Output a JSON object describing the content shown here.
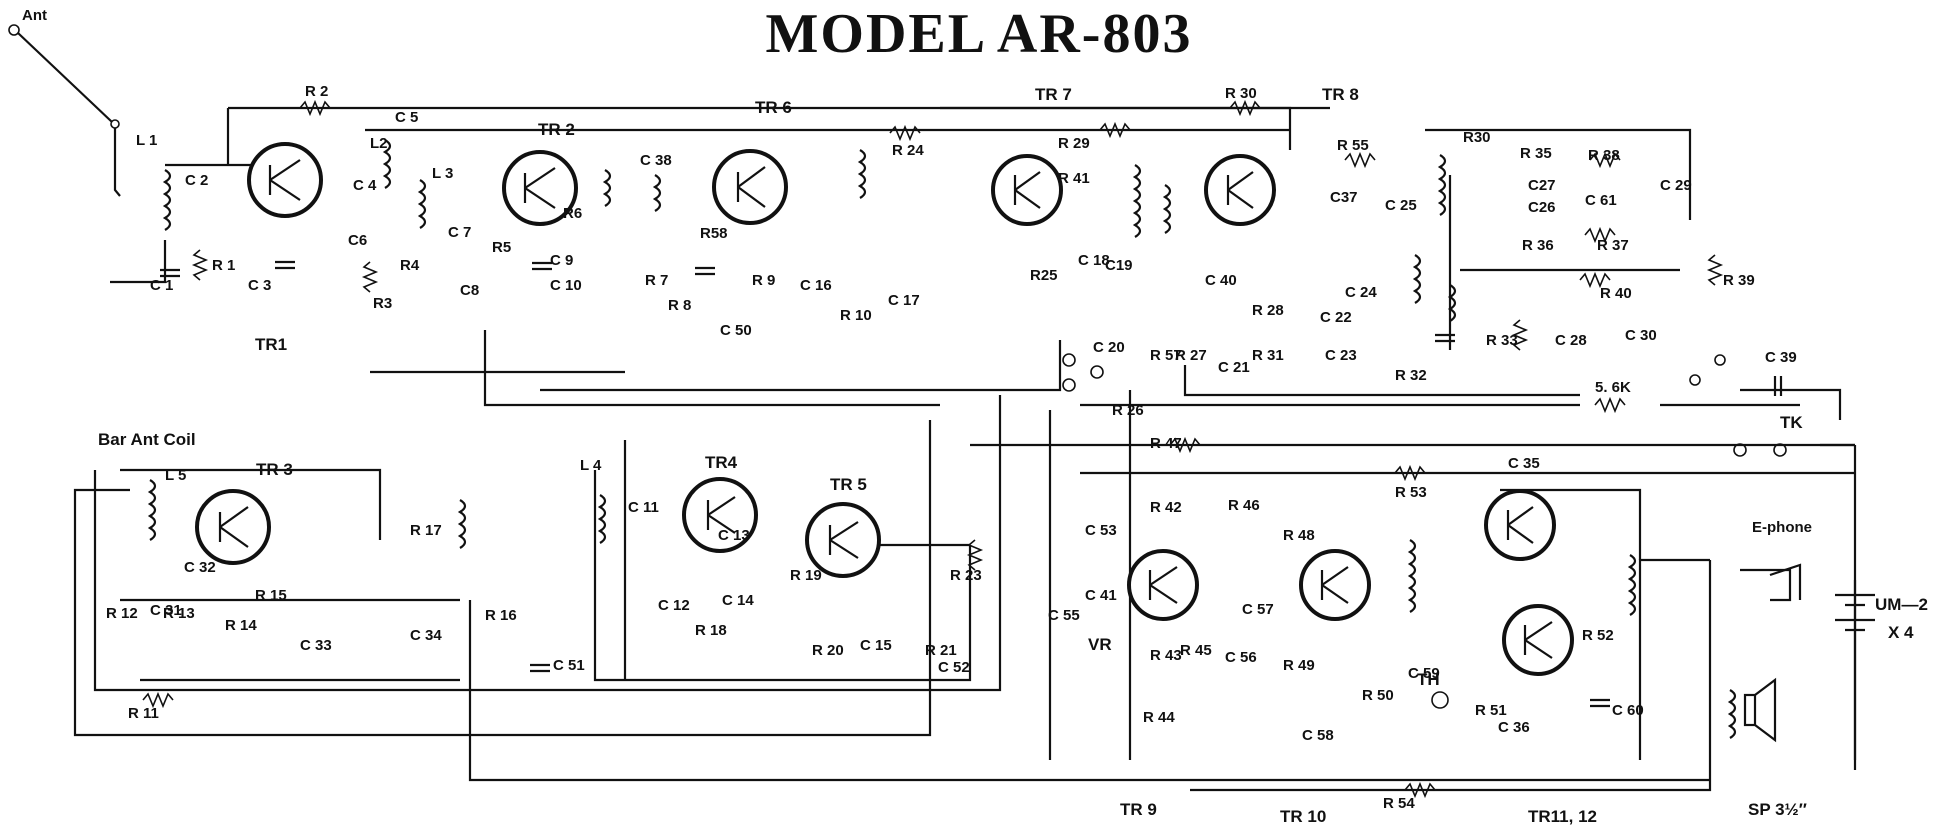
{
  "title": "MODEL AR-803",
  "antenna": "Ant",
  "bar_ant": "Bar Ant  Coil",
  "e_phone": "E-phone",
  "battery": [
    "UM—2",
    "X 4"
  ],
  "speaker": "SP  3½″",
  "vr": "VR",
  "th": "TH",
  "tk": "TK",
  "r56k": "5. 6K",
  "transistors": {
    "TR1": "TR1",
    "TR2": "TR 2",
    "TR3": "TR 3",
    "TR4": "TR4",
    "TR5": "TR 5",
    "TR6": "TR 6",
    "TR7": "TR 7",
    "TR8": "TR 8",
    "TR9": "TR 9",
    "TR10": "TR 10",
    "TR1112": "TR11, 12"
  },
  "components": {
    "L1": "L 1",
    "L2": "L2",
    "L3": "L 3",
    "L4": "L 4",
    "L5": "L 5",
    "R1": "R 1",
    "R2": "R 2",
    "R3": "R3",
    "R4": "R4",
    "R5": "R5",
    "R6": "R6",
    "R7": "R 7",
    "R8": "R 8",
    "R9": "R 9",
    "R10": "R 10",
    "R11": "R 11",
    "R12": "R 12",
    "R13": "R 13",
    "R14": "R 14",
    "R15": "R 15",
    "R16": "R 16",
    "R17": "R 17",
    "R18": "R 18",
    "R19": "R 19",
    "R20": "R 20",
    "R21": "R 21",
    "R23": "R 23",
    "R24": "R 24",
    "R25": "R25",
    "R26": "R 26",
    "R27": "R 27",
    "R28": "R 28",
    "R29": "R 29",
    "R30a": "R 30",
    "R30b": "R30",
    "R31": "R 31",
    "R32": "R 32",
    "R33": "R 33",
    "R35": "R 35",
    "R36": "R 36",
    "R37": "R 37",
    "R38": "R 38",
    "R39": "R 39",
    "R40": "R 40",
    "R41": "R 41",
    "R42": "R 42",
    "R43": "R 43",
    "R44": "R 44",
    "R45": "R 45",
    "R46": "R 46",
    "R47": "R 47",
    "R48": "R 48",
    "R49": "R 49",
    "R50": "R 50",
    "R51": "R 51",
    "R52": "R 52",
    "R53": "R 53",
    "R54": "R 54",
    "R55": "R 55",
    "R57": "R 57",
    "R58": "R58",
    "C1": "C 1",
    "C2": "C 2",
    "C3": "C 3",
    "C4": "C 4",
    "C5": "C 5",
    "C6": "C6",
    "C7": "C 7",
    "C8": "C8",
    "C9": "C 9",
    "C10": "C 10",
    "C11": "C 11",
    "C12": "C 12",
    "C13": "C 13",
    "C14": "C 14",
    "C15": "C 15",
    "C16": "C 16",
    "C17": "C 17",
    "C18": "C 18",
    "C19": "C19",
    "C20": "C 20",
    "C21": "C 21",
    "C22": "C 22",
    "C23": "C 23",
    "C24": "C 24",
    "C25": "C 25",
    "C26": "C26",
    "C27": "C27",
    "C28": "C 28",
    "C29": "C 29",
    "C30": "C 30",
    "C31": "C 31",
    "C32": "C 32",
    "C33": "C 33",
    "C34": "C 34",
    "C35": "C 35",
    "C36": "C 36",
    "C37": "C37",
    "C38": "C 38",
    "C39": "C 39",
    "C40": "C 40",
    "C41": "C 41",
    "C50": "C 50",
    "C51": "C 51",
    "C52": "C 52",
    "C53": "C 53",
    "C55": "C 55",
    "C56": "C 56",
    "C57": "C 57",
    "C58": "C 58",
    "C59": "C 59",
    "C60": "C 60",
    "C61": "C 61"
  }
}
